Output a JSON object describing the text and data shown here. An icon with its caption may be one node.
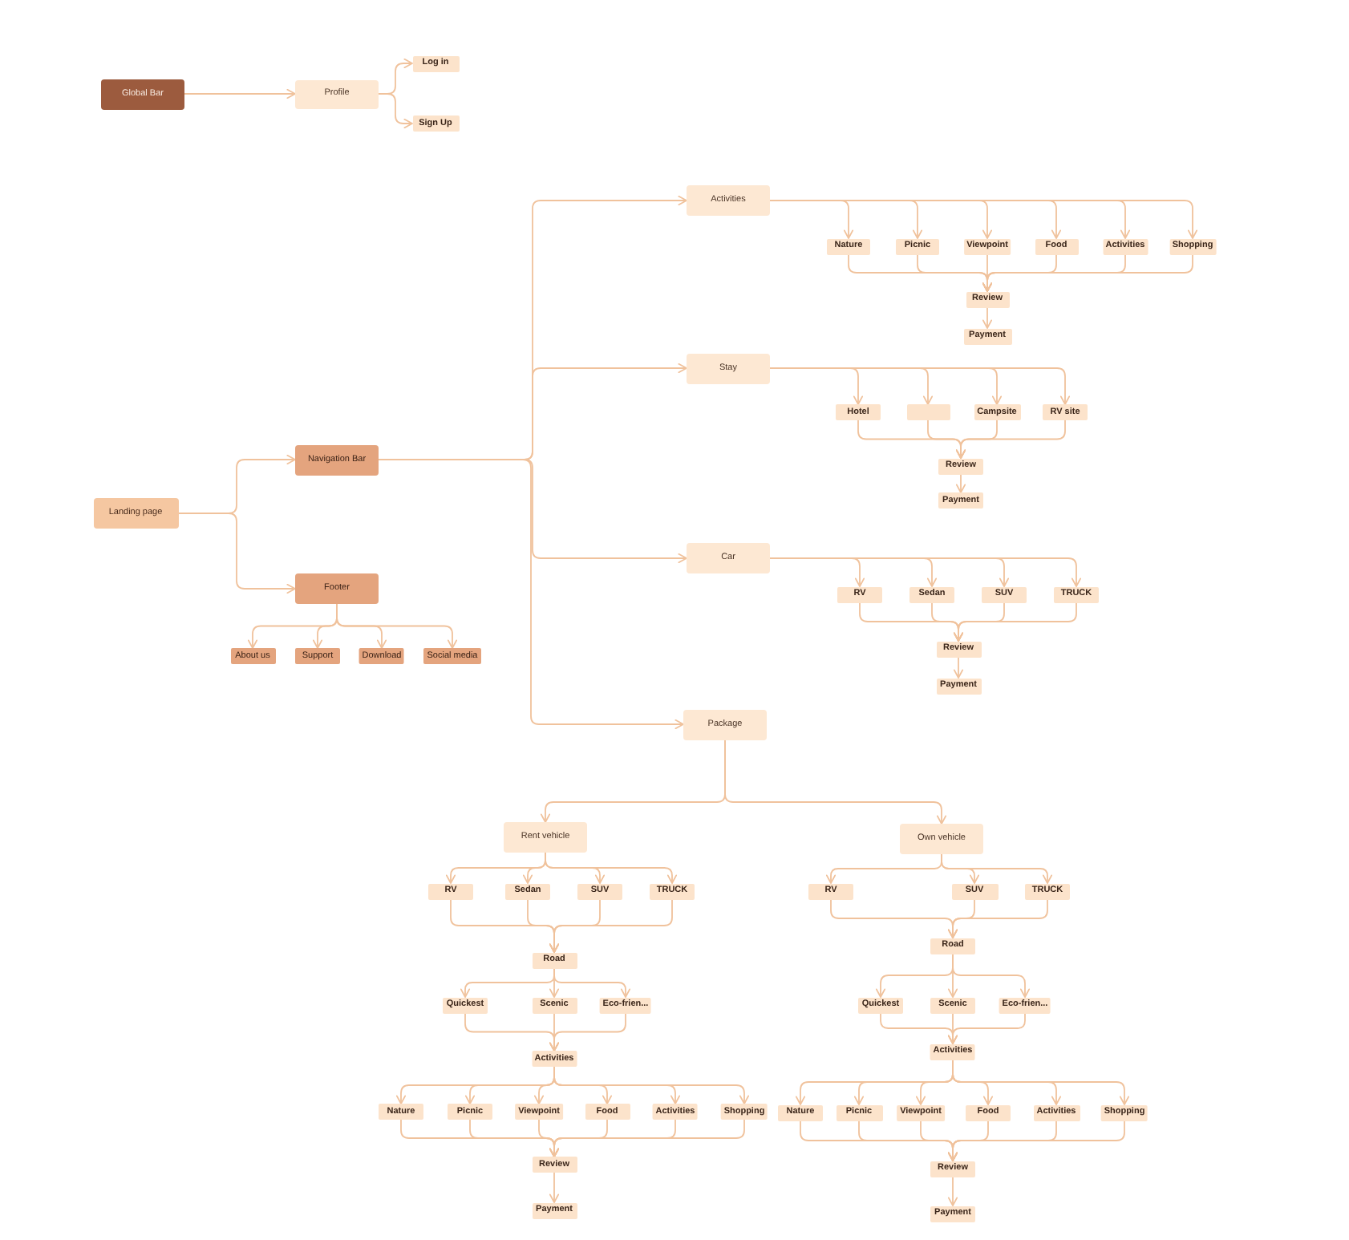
{
  "diagram": {
    "nodes": [
      {
        "text": [
          "Global Bar"
        ]
      },
      {
        "text": [
          "Profile"
        ]
      },
      {
        "text": [
          "Log in"
        ]
      },
      {
        "text": [
          "Sign Up"
        ]
      },
      {
        "text": [
          "Landing page"
        ]
      },
      {
        "text": [
          "Navigation Bar"
        ]
      },
      {
        "text": [
          "Footer"
        ]
      },
      {
        "text": [
          "About us"
        ]
      },
      {
        "text": [
          "Support"
        ]
      },
      {
        "text": [
          "Download"
        ]
      },
      {
        "text": [
          "Social media"
        ]
      },
      {
        "text": [
          "Activities"
        ]
      },
      {
        "text": [
          "Nature"
        ]
      },
      {
        "text": [
          "Picnic"
        ]
      },
      {
        "text": [
          "Viewpoint"
        ]
      },
      {
        "text": [
          "Food"
        ]
      },
      {
        "text": [
          "Activities"
        ]
      },
      {
        "text": [
          "Shopping"
        ]
      },
      {
        "text": [
          "Review"
        ]
      },
      {
        "text": [
          "Payment"
        ]
      },
      {
        "text": [
          "Stay"
        ]
      },
      {
        "text": [
          "Hotel"
        ]
      },
      {
        "text": [],
        "shape": "box"
      },
      {
        "text": [
          "Campsite"
        ]
      },
      {
        "text": [
          "RV site"
        ]
      },
      {
        "text": [
          "Review"
        ]
      },
      {
        "text": [
          "Payment"
        ]
      },
      {
        "text": [
          "Car"
        ]
      },
      {
        "text": [
          "RV"
        ]
      },
      {
        "text": [
          "Sedan"
        ]
      },
      {
        "text": [
          "SUV"
        ]
      },
      {
        "text": [
          "TRUCK"
        ]
      },
      {
        "text": [
          "Review"
        ]
      },
      {
        "text": [
          "Payment"
        ]
      },
      {
        "text": [
          "Package"
        ]
      },
      {
        "text": [
          "Rent vehicle"
        ]
      },
      {
        "text": [
          "RV"
        ]
      },
      {
        "text": [
          "Sedan"
        ]
      },
      {
        "text": [
          "SUV"
        ]
      },
      {
        "text": [
          "TRUCK"
        ]
      },
      {
        "text": [
          "Road"
        ]
      },
      {
        "text": [
          "Quickest"
        ]
      },
      {
        "text": [
          "Scenic"
        ]
      },
      {
        "text": [
          "Eco-frien..."
        ]
      },
      {
        "text": [
          "Activities"
        ]
      },
      {
        "text": [
          "Nature"
        ]
      },
      {
        "text": [
          "Picnic"
        ]
      },
      {
        "text": [
          "Viewpoint"
        ]
      },
      {
        "text": [
          "Food"
        ]
      },
      {
        "text": [
          "Activities"
        ]
      },
      {
        "text": [
          "Shopping"
        ]
      },
      {
        "text": [
          "Review"
        ]
      },
      {
        "text": [
          "Payment"
        ]
      },
      {
        "text": [
          "Own vehicle"
        ]
      },
      {
        "text": [
          "RV"
        ]
      },
      {
        "text": [
          "SUV"
        ]
      },
      {
        "text": [
          "TRUCK"
        ]
      },
      {
        "text": [
          "Road"
        ]
      },
      {
        "text": [
          "Quickest"
        ]
      },
      {
        "text": [
          "Scenic"
        ]
      },
      {
        "text": [
          "Eco-frien..."
        ]
      },
      {
        "text": [
          "Activities"
        ]
      },
      {
        "text": [
          "Nature"
        ]
      },
      {
        "text": [
          "Picnic"
        ]
      },
      {
        "text": [
          "Viewpoint"
        ]
      },
      {
        "text": [
          "Food"
        ]
      },
      {
        "text": [
          "Activities"
        ]
      },
      {
        "text": [
          "Shopping"
        ]
      },
      {
        "text": [
          "Review"
        ]
      },
      {
        "text": [
          "Payment"
        ]
      }
    ],
    "edges": [
      {
        "from": 0,
        "to": 1,
        "arrow": "to"
      },
      {
        "from": 1,
        "to": 2,
        "arrow": "to"
      },
      {
        "from": 1,
        "to": 3,
        "arrow": "to"
      },
      {
        "from": 4,
        "to": 5,
        "arrow": "to"
      },
      {
        "from": 4,
        "to": 6,
        "arrow": "to"
      },
      {
        "from": 6,
        "to": 7,
        "arrow": "to"
      },
      {
        "from": 6,
        "to": 8,
        "arrow": "to"
      },
      {
        "from": 6,
        "to": 9,
        "arrow": "to"
      },
      {
        "from": 6,
        "to": 10,
        "arrow": "to"
      },
      {
        "from": 5,
        "to": 11,
        "arrow": "to"
      },
      {
        "from": 5,
        "to": 20,
        "arrow": "to"
      },
      {
        "from": 5,
        "to": 27,
        "arrow": "to"
      },
      {
        "from": 5,
        "to": 34,
        "arrow": "to"
      },
      {
        "from": 11,
        "to": 12,
        "arrow": "to"
      },
      {
        "from": 11,
        "to": 13,
        "arrow": "to"
      },
      {
        "from": 11,
        "to": 14,
        "arrow": "to"
      },
      {
        "from": 11,
        "to": 15,
        "arrow": "to"
      },
      {
        "from": 11,
        "to": 16,
        "arrow": "to"
      },
      {
        "from": 11,
        "to": 17,
        "arrow": "to"
      },
      {
        "from": 12,
        "to": 18,
        "arrow": "to"
      },
      {
        "from": 13,
        "to": 18,
        "arrow": "to"
      },
      {
        "from": 14,
        "to": 18,
        "arrow": "to"
      },
      {
        "from": 15,
        "to": 18,
        "arrow": "to"
      },
      {
        "from": 16,
        "to": 18,
        "arrow": "to"
      },
      {
        "from": 17,
        "to": 18,
        "arrow": "to"
      },
      {
        "from": 18,
        "to": 19,
        "arrow": "to"
      },
      {
        "from": 20,
        "to": 21,
        "arrow": "to"
      },
      {
        "from": 20,
        "to": 22,
        "arrow": "to"
      },
      {
        "from": 20,
        "to": 23,
        "arrow": "to"
      },
      {
        "from": 20,
        "to": 24,
        "arrow": "to"
      },
      {
        "from": 21,
        "to": 25,
        "arrow": "to"
      },
      {
        "from": 22,
        "to": 25,
        "arrow": "to"
      },
      {
        "from": 23,
        "to": 25,
        "arrow": "to"
      },
      {
        "from": 24,
        "to": 25,
        "arrow": "to"
      },
      {
        "from": 25,
        "to": 26,
        "arrow": "to"
      },
      {
        "from": 27,
        "to": 28,
        "arrow": "to"
      },
      {
        "from": 27,
        "to": 29,
        "arrow": "to"
      },
      {
        "from": 27,
        "to": 30,
        "arrow": "to"
      },
      {
        "from": 27,
        "to": 31,
        "arrow": "to"
      },
      {
        "from": 28,
        "to": 32,
        "arrow": "to"
      },
      {
        "from": 29,
        "to": 32,
        "arrow": "to"
      },
      {
        "from": 30,
        "to": 32,
        "arrow": "to"
      },
      {
        "from": 31,
        "to": 32,
        "arrow": "to"
      },
      {
        "from": 32,
        "to": 33,
        "arrow": "to"
      },
      {
        "from": 34,
        "to": 35,
        "arrow": "to"
      },
      {
        "from": 34,
        "to": 53,
        "arrow": "to"
      },
      {
        "from": 35,
        "to": 36,
        "arrow": "to"
      },
      {
        "from": 35,
        "to": 37,
        "arrow": "to"
      },
      {
        "from": 35,
        "to": 38,
        "arrow": "to"
      },
      {
        "from": 35,
        "to": 39,
        "arrow": "to"
      },
      {
        "from": 36,
        "to": 40,
        "arrow": "to"
      },
      {
        "from": 37,
        "to": 40,
        "arrow": "to"
      },
      {
        "from": 38,
        "to": 40,
        "arrow": "to"
      },
      {
        "from": 39,
        "to": 40,
        "arrow": "to"
      },
      {
        "from": 40,
        "to": 41,
        "arrow": "to"
      },
      {
        "from": 40,
        "to": 42,
        "arrow": "to"
      },
      {
        "from": 40,
        "to": 43,
        "arrow": "to"
      },
      {
        "from": 41,
        "to": 44,
        "arrow": "to"
      },
      {
        "from": 42,
        "to": 44,
        "arrow": "to"
      },
      {
        "from": 43,
        "to": 44,
        "arrow": "to"
      },
      {
        "from": 44,
        "to": 45,
        "arrow": "to"
      },
      {
        "from": 44,
        "to": 46,
        "arrow": "to"
      },
      {
        "from": 44,
        "to": 47,
        "arrow": "to"
      },
      {
        "from": 44,
        "to": 48,
        "arrow": "to"
      },
      {
        "from": 44,
        "to": 49,
        "arrow": "to"
      },
      {
        "from": 44,
        "to": 50,
        "arrow": "to"
      },
      {
        "from": 45,
        "to": 51,
        "arrow": "to"
      },
      {
        "from": 46,
        "to": 51,
        "arrow": "to"
      },
      {
        "from": 47,
        "to": 51,
        "arrow": "to"
      },
      {
        "from": 48,
        "to": 51,
        "arrow": "to"
      },
      {
        "from": 49,
        "to": 51,
        "arrow": "to"
      },
      {
        "from": 50,
        "to": 51,
        "arrow": "to"
      },
      {
        "from": 51,
        "to": 52,
        "arrow": "to"
      },
      {
        "from": 53,
        "to": 54,
        "arrow": "to"
      },
      {
        "from": 53,
        "to": 55,
        "arrow": "to"
      },
      {
        "from": 53,
        "to": 56,
        "arrow": "to"
      },
      {
        "from": 54,
        "to": 57,
        "arrow": "to"
      },
      {
        "from": 55,
        "to": 57,
        "arrow": "to"
      },
      {
        "from": 56,
        "to": 57,
        "arrow": "to"
      },
      {
        "from": 57,
        "to": 58,
        "arrow": "to"
      },
      {
        "from": 57,
        "to": 59,
        "arrow": "to"
      },
      {
        "from": 57,
        "to": 60,
        "arrow": "to"
      },
      {
        "from": 58,
        "to": 61,
        "arrow": "to"
      },
      {
        "from": 59,
        "to": 61,
        "arrow": "to"
      },
      {
        "from": 60,
        "to": 61,
        "arrow": "to"
      },
      {
        "from": 61,
        "to": 62,
        "arrow": "to"
      },
      {
        "from": 61,
        "to": 63,
        "arrow": "to"
      },
      {
        "from": 61,
        "to": 64,
        "arrow": "to"
      },
      {
        "from": 61,
        "to": 65,
        "arrow": "to"
      },
      {
        "from": 61,
        "to": 66,
        "arrow": "to"
      },
      {
        "from": 61,
        "to": 67,
        "arrow": "to"
      },
      {
        "from": 62,
        "to": 68,
        "arrow": "to"
      },
      {
        "from": 63,
        "to": 68,
        "arrow": "to"
      },
      {
        "from": 64,
        "to": 68,
        "arrow": "to"
      },
      {
        "from": 65,
        "to": 68,
        "arrow": "to"
      },
      {
        "from": 66,
        "to": 68,
        "arrow": "to"
      },
      {
        "from": 67,
        "to": 68,
        "arrow": "to"
      },
      {
        "from": 68,
        "to": 69,
        "arrow": "to"
      }
    ]
  }
}
